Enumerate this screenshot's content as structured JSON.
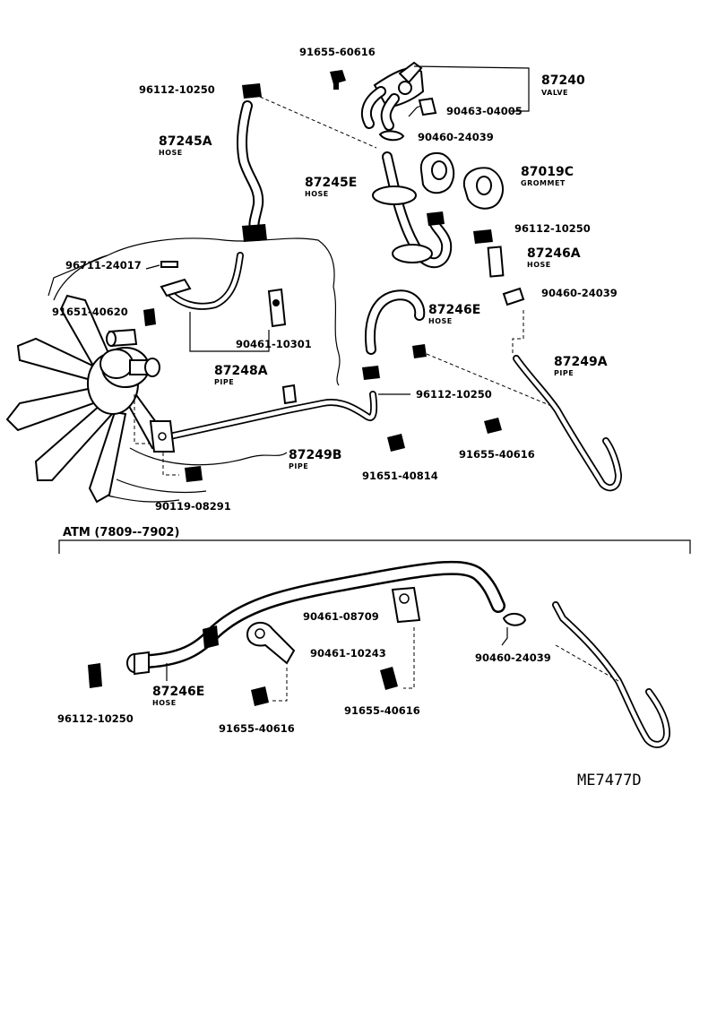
{
  "labels": {
    "l1": "91655-60616",
    "l2": "96112-10250",
    "l3": "87240",
    "l3s": "VALVE",
    "l4": "90463-04005",
    "l5": "90460-24039",
    "l6": "87245A",
    "l6s": "HOSE",
    "l7": "87245E",
    "l7s": "HOSE",
    "l8": "87019C",
    "l8s": "GROMMET",
    "l9": "96112-10250",
    "l10": "96711-24017",
    "l11": "87246A",
    "l11s": "HOSE",
    "l12": "91651-40620",
    "l13": "90460-24039",
    "l14": "87246E",
    "l14s": "HOSE",
    "l15": "90461-10301",
    "l16": "87248A",
    "l16s": "PIPE",
    "l17": "87249A",
    "l17s": "PIPE",
    "l18": "96112-10250",
    "l19": "91655-40616",
    "l20": "87249B",
    "l20s": "PIPE",
    "l21": "91651-40814",
    "l22": "90119-08291",
    "section": "ATM (7809--7902)",
    "b1": "90461-08709",
    "b2": "90460-24039",
    "b3": "90461-10243",
    "b4": "87246E",
    "b4s": "HOSE",
    "b5": "96112-10250",
    "b6": "91655-40616",
    "b7": "91655-40616",
    "code": "ME7477D"
  }
}
